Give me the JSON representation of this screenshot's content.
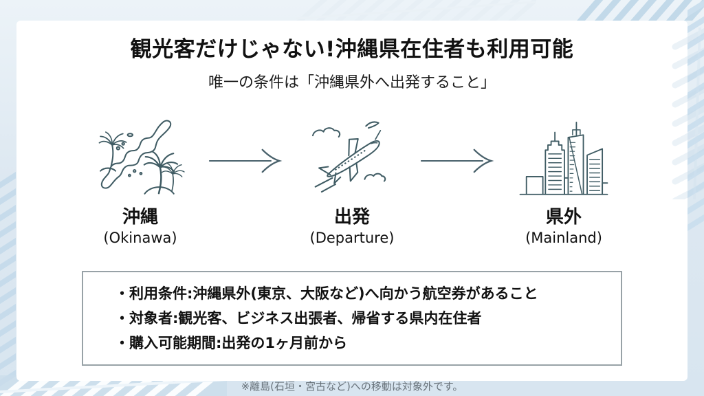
{
  "slide": {
    "title": "観光客だけじゃない!沖縄県在住者も利用可能",
    "subtitle": "唯一の条件は「沖縄県外へ出発すること」",
    "flow": {
      "steps": [
        {
          "label": "沖縄",
          "sublabel": "(Okinawa)",
          "icon": "okinawa-map-icon"
        },
        {
          "label": "出発",
          "sublabel": "(Departure)",
          "icon": "airplane-icon"
        },
        {
          "label": "県外",
          "sublabel": "(Mainland)",
          "icon": "city-skyline-icon"
        }
      ],
      "connector_icon": "arrow-right-icon"
    },
    "conditions_box": {
      "items": [
        "・利用条件:沖縄県外(東京、大阪など)へ向かう航空券があること",
        "・対象者:観光客、ビジネス出張者、帰省する県内在住者",
        "・購入可能期間:出発の1ヶ月前から"
      ]
    },
    "footnote": "※離島(石垣・宮古など)への移動は対象外です。"
  },
  "colors": {
    "background": "#dfe9f2",
    "card": "#ffffff",
    "title_text": "#111111",
    "icon_stroke": "#3f5b63",
    "arrow": "#49616b",
    "box_border": "#98a2a7",
    "footnote_text": "#68727a",
    "frond_light": "#e7eff5",
    "frond_medium": "#c2d9e9",
    "frond_white": "#fbfdfe"
  }
}
